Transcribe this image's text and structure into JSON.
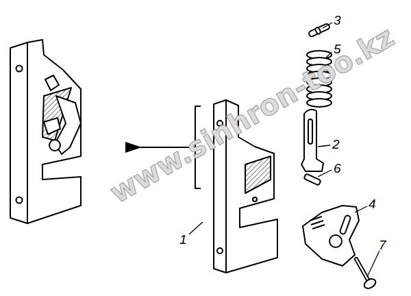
{
  "diagram": {
    "labels": [
      "3",
      "5",
      "2",
      "6",
      "4",
      "1",
      "7",
      "www.sinhron-too.kz"
    ]
  }
}
